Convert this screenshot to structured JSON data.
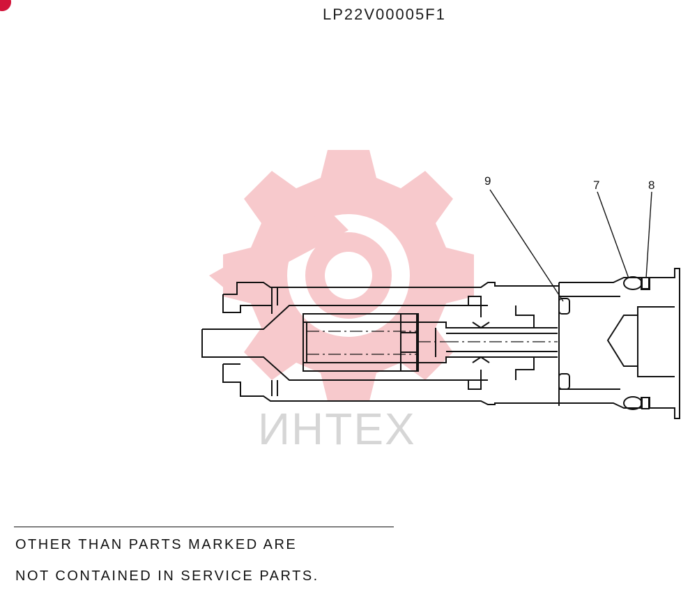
{
  "header": {
    "drawing_code": "LP22V00005F1"
  },
  "callouts": [
    {
      "number": "9"
    },
    {
      "number": "7"
    },
    {
      "number": "8"
    }
  ],
  "note": {
    "line1": "OTHER THAN PARTS MARKED ARE",
    "line2": "NOT CONTAINED IN SERVICE PARTS."
  },
  "watermark": {
    "text": "ИНТЕХ"
  },
  "colors": {
    "line": "#111111",
    "watermark_logo": "#f7c9cc",
    "watermark_text": "#d6d6d6",
    "corner_dot": "#d2143a"
  }
}
